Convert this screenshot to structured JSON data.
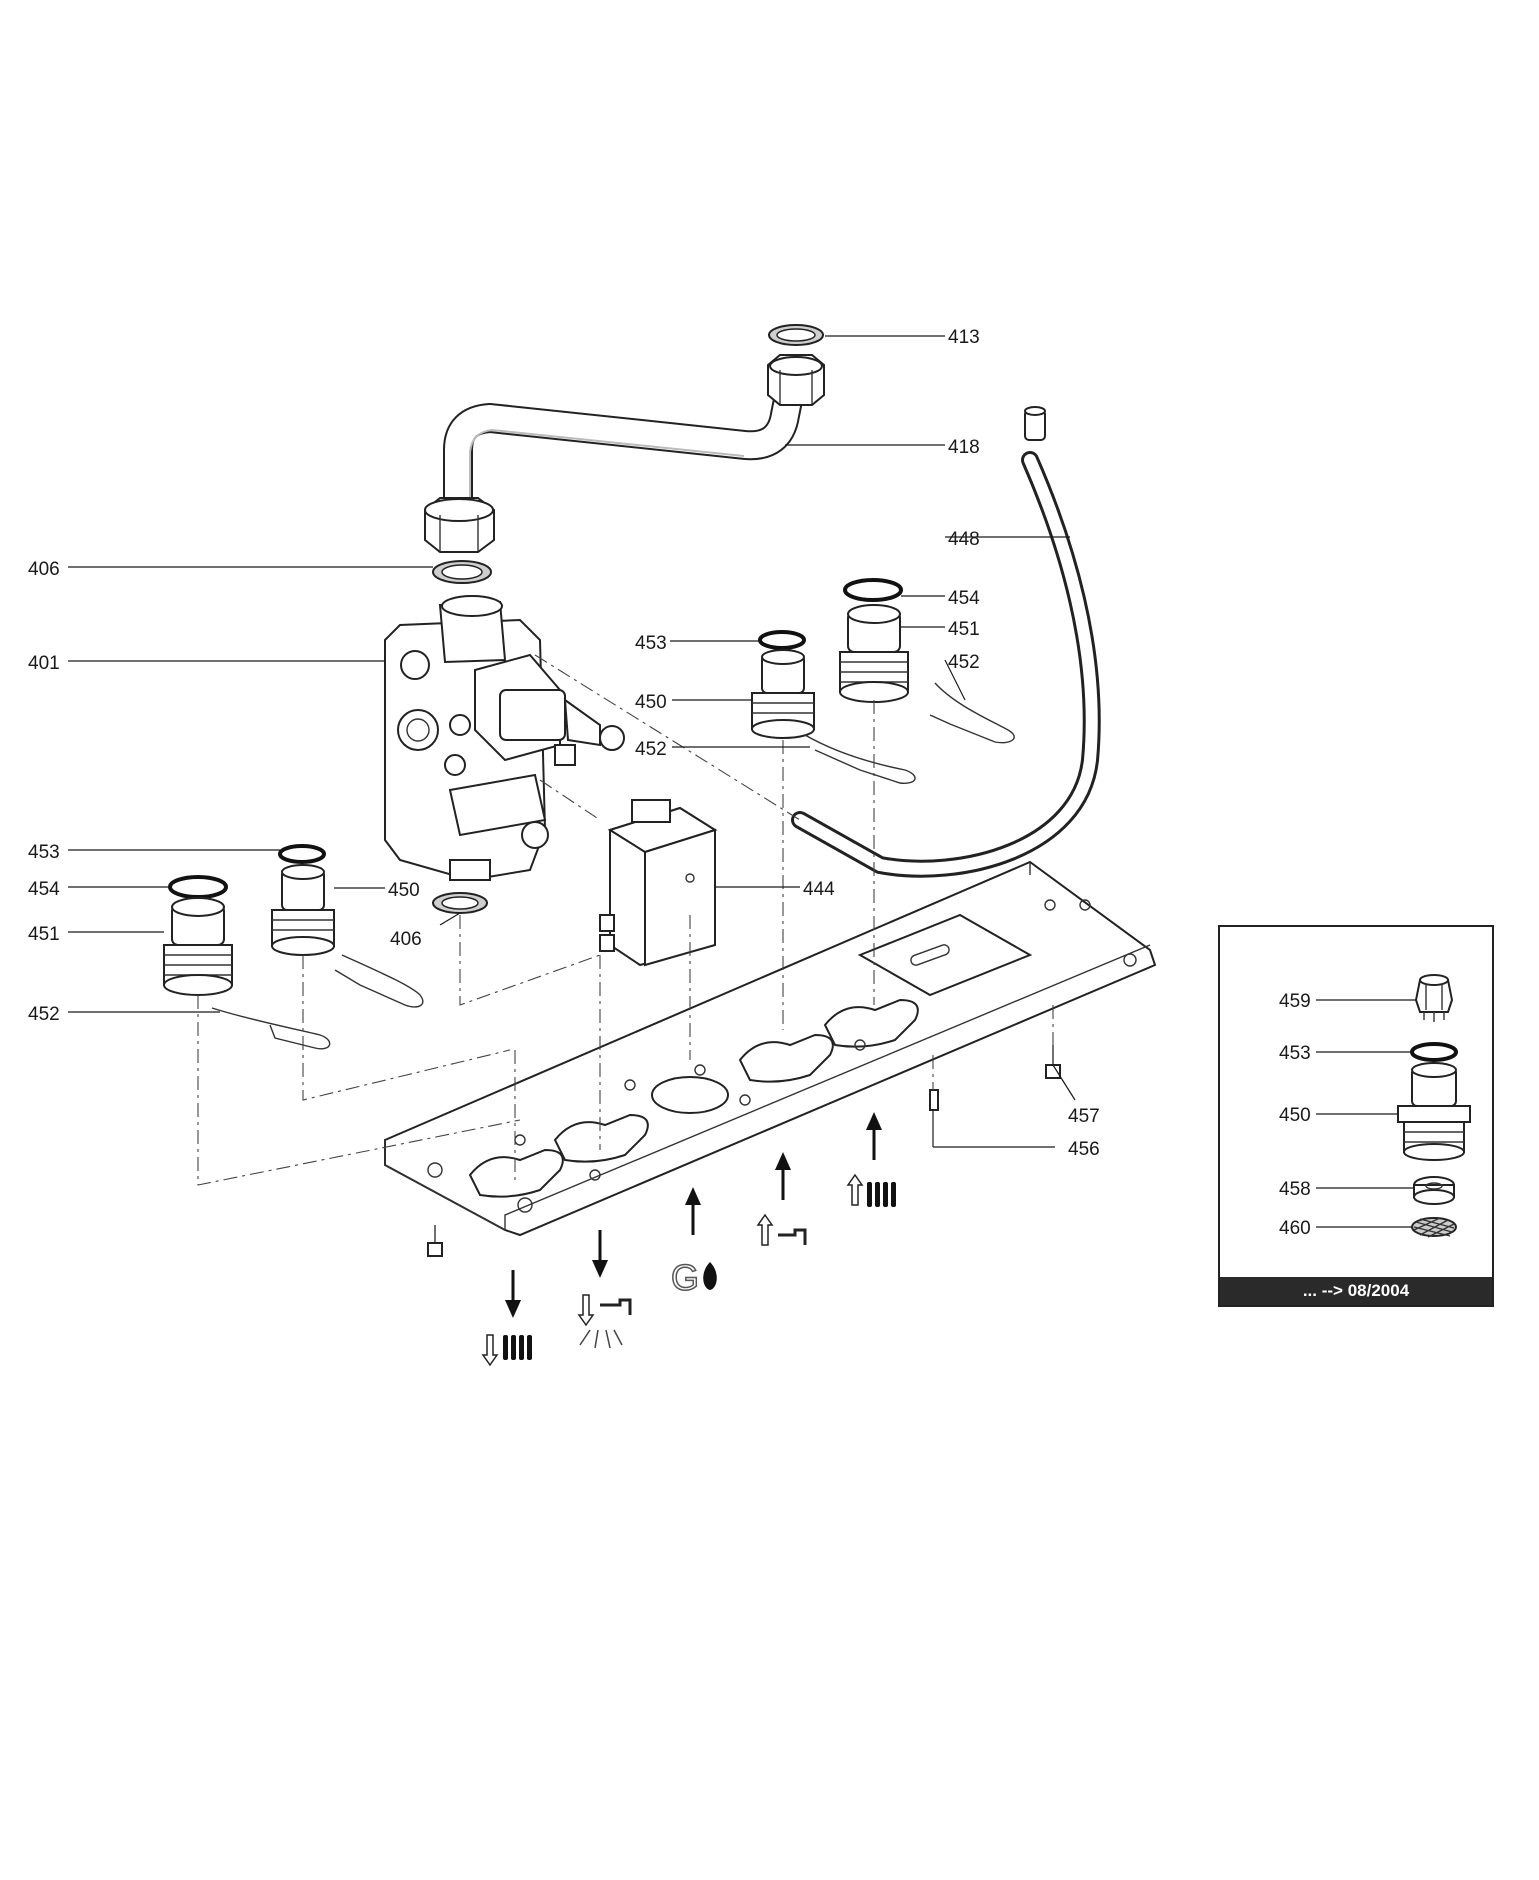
{
  "labels": {
    "p413": "413",
    "p418": "418",
    "p448": "448",
    "p406_top": "406",
    "p401": "401",
    "p454_right": "454",
    "p451_right": "451",
    "p452_right": "452",
    "p453_mid": "453",
    "p450_mid": "450",
    "p452_mid": "452",
    "p453_left": "453",
    "p454_left": "454",
    "p450_left": "450",
    "p451_left": "451",
    "p406_bottom": "406",
    "p444": "444",
    "p452_left": "452",
    "p457": "457",
    "p456": "456"
  },
  "inset": {
    "p459": "459",
    "p453": "453",
    "p450": "450",
    "p458": "458",
    "p460": "460",
    "footer": "... --> 08/2004"
  },
  "flow_symbols": {
    "gas": "G"
  }
}
